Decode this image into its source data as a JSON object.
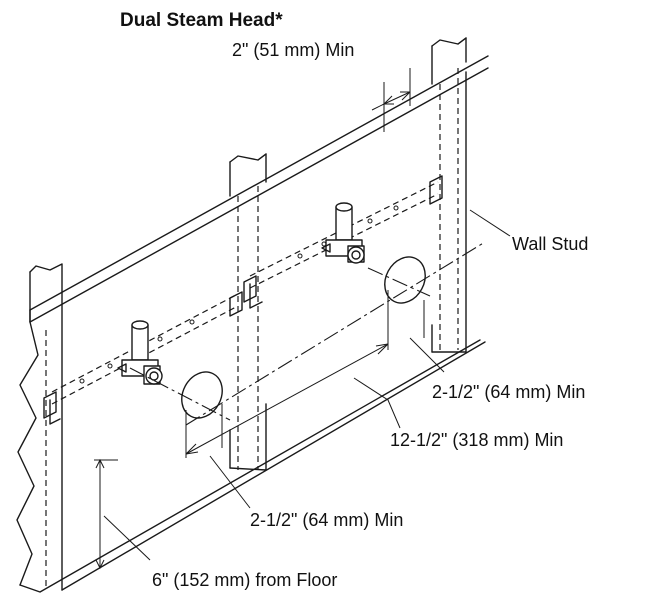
{
  "title": "Dual Steam Head*",
  "labels": {
    "stud_spacing": "2\" (51 mm) Min",
    "wall_stud": "Wall Stud",
    "offset_right": "2-1/2\" (64 mm) Min",
    "head_spacing": "12-1/2\" (318 mm) Min",
    "offset_left": "2-1/2\" (64 mm) Min",
    "floor_height": "6\" (152 mm) from Floor"
  },
  "colors": {
    "line": "#1a1a1a",
    "background": "#ffffff"
  }
}
